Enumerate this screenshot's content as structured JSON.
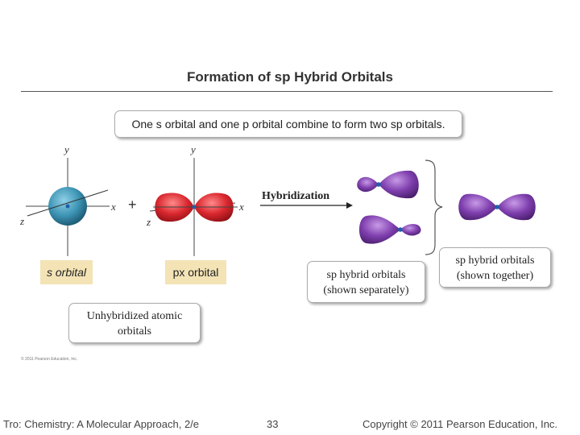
{
  "slide": {
    "title": "Formation of sp Hybrid Orbitals",
    "summary": "One s orbital and one p orbital combine to form two sp orbitals.",
    "plus_sign": "+",
    "hybridization_label": "Hybridization",
    "s_orbital_label": "s orbital",
    "px_orbital_label": "px orbital",
    "unhybridized_label": [
      "Unhybridized atomic",
      "orbitals"
    ],
    "sp_separate_label": [
      "sp hybrid orbitals",
      "(shown separately)"
    ],
    "sp_together_label": [
      "sp hybrid orbitals",
      "(shown together)"
    ],
    "axes": {
      "y": "y",
      "x": "x",
      "z": "z"
    },
    "image_credit": "© 2011 Pearson Education, Inc."
  },
  "footer": {
    "left": "Tro: Chemistry: A Molecular Approach, 2/e",
    "page": "33",
    "right": "Copyright © 2011 Pearson Education, Inc."
  },
  "colors": {
    "s_orbital": "#3e95b5",
    "p_orbital": "#d9272e",
    "sp_orbital": "#7f3fae",
    "nucleus": "#1f5fa8",
    "label_fill": "#f3e3b5"
  }
}
